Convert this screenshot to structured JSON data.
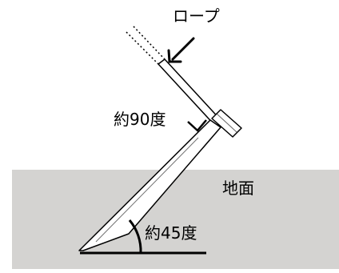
{
  "labels": {
    "rope": "ロープ",
    "angle_right": "約90度",
    "ground": "地面",
    "angle_ground": "約45度"
  },
  "colors": {
    "ground_fill": "#d4d3d1",
    "background": "#ffffff",
    "line": "#000000",
    "rod_fill": "#ffffff"
  }
}
